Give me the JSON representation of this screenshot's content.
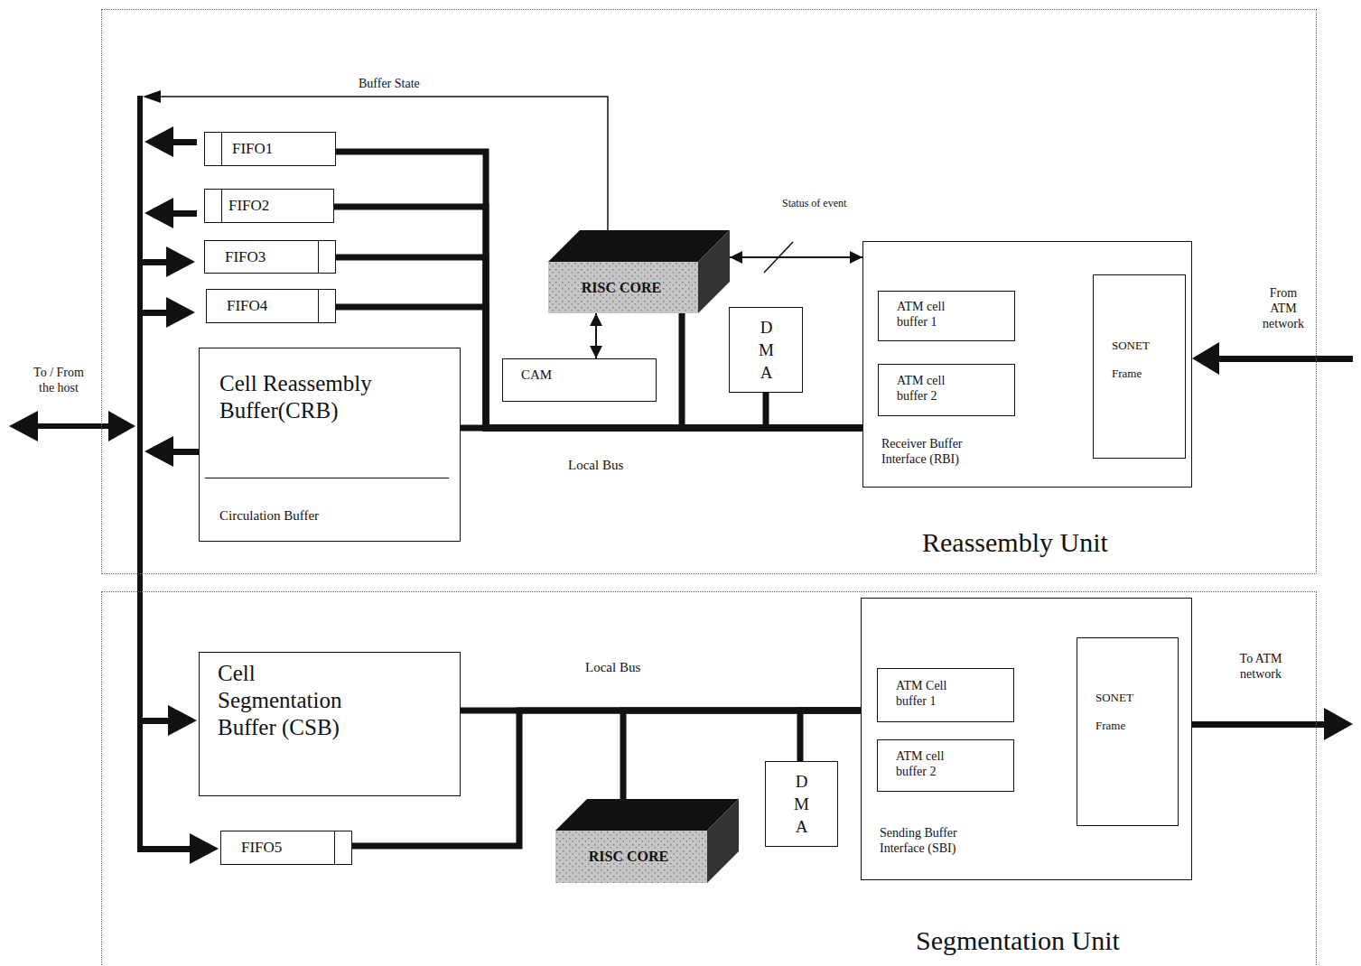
{
  "diagram": {
    "nodes": [
      {
        "text": [
          "Reassembly Unit"
        ]
      },
      {
        "text": [
          "FIFO1"
        ],
        "in": 0
      },
      {
        "text": [
          "FIFO2"
        ],
        "in": 0
      },
      {
        "text": [
          "FIFO3"
        ],
        "in": 0
      },
      {
        "text": [
          "FIFO4"
        ],
        "in": 0
      },
      {
        "text": [
          "RISC CORE"
        ],
        "in": 0
      },
      {
        "text": [
          "Cell Reassembly Buffer(CRB)",
          "Circulation Buffer"
        ],
        "in": 0
      },
      {
        "text": [
          "CAM"
        ],
        "in": 0
      },
      {
        "text": [
          "DMA"
        ],
        "in": 0
      },
      {
        "text": [
          "Receiver Buffer Interface (RBI)"
        ],
        "in": 0
      },
      {
        "text": [
          "ATM cell buffer 1"
        ],
        "in": 9
      },
      {
        "text": [
          "ATM cell buffer 2"
        ],
        "in": 9
      },
      {
        "text": [
          "SONET Frame"
        ],
        "in": 9
      },
      {
        "text": [
          "Segmentation Unit"
        ]
      },
      {
        "text": [
          "Cell Segmentation Buffer (CSB)"
        ],
        "in": 13
      },
      {
        "text": [
          "DMA"
        ],
        "in": 13
      },
      {
        "text": [
          "Sending Buffer Interface (SBI)"
        ],
        "in": 13
      },
      {
        "text": [
          "ATM Cell buffer 1"
        ],
        "in": 16
      },
      {
        "text": [
          "ATM cell buffer 2"
        ],
        "in": 16
      },
      {
        "text": [
          "SONET Frame"
        ],
        "in": 16
      },
      {
        "text": [
          "FIFO5"
        ],
        "in": 13
      },
      {
        "text": [
          "RISC CORE"
        ],
        "in": 13
      }
    ],
    "edges": [
      {
        "from": 5,
        "to": 7,
        "arrow": "both"
      },
      {
        "from": 5,
        "to": 9,
        "arrow": "both",
        "label": "Status of event"
      },
      {
        "from": 12,
        "to": 10,
        "arrow": "to"
      },
      {
        "from": 12,
        "to": 11,
        "arrow": "to"
      },
      {
        "from": 6,
        "to": 9,
        "arrow": "none",
        "label": "Local Bus"
      },
      {
        "from": 1,
        "to": 9,
        "arrow": "none"
      },
      {
        "from": 2,
        "to": 9,
        "arrow": "none"
      },
      {
        "from": 3,
        "to": 9,
        "arrow": "none"
      },
      {
        "from": 4,
        "to": 9,
        "arrow": "none"
      },
      {
        "from": 5,
        "to": 9,
        "arrow": "none"
      },
      {
        "from": 8,
        "to": 9,
        "arrow": "none"
      },
      {
        "from": 14,
        "to": 16,
        "arrow": "none",
        "label": "Local Bus"
      },
      {
        "from": 20,
        "to": 16,
        "arrow": "none"
      },
      {
        "from": 21,
        "to": 16,
        "arrow": "none"
      },
      {
        "from": 15,
        "to": 16,
        "arrow": "none"
      },
      {
        "from": 17,
        "to": 18,
        "arrow": "both"
      }
    ],
    "labels": [
      "To / From the host",
      "Buffer State",
      "From ATM network",
      "To ATM network"
    ]
  }
}
